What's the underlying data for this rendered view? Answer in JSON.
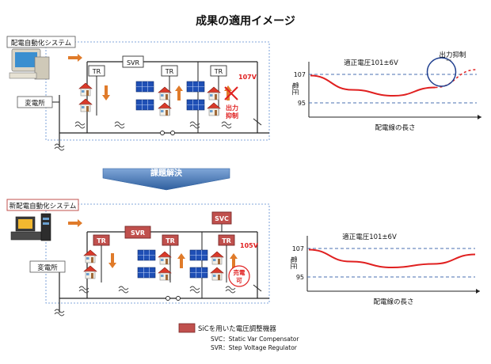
{
  "title": "成果の適用イメージ",
  "top": {
    "system_label": "配電自動化システム",
    "substation_label": "変電所",
    "svr_label": "SVR",
    "tr_label": "TR",
    "voltage_note": "107V",
    "suppress_label_1": "出力",
    "suppress_label_2": "抑制"
  },
  "arrow_label": "課題解決",
  "bottom": {
    "system_label": "新配電自動化システム",
    "substation_label": "変電所",
    "svr_label": "SVR",
    "svc_label": "SVC",
    "tr_label": "TR",
    "voltage_note": "105V",
    "sell_label_1": "売電",
    "sell_label_2": "可"
  },
  "chart_data": [
    {
      "type": "line",
      "title": "適正電圧101±6V",
      "xlabel": "配電線の長さ",
      "ylabel": "電圧",
      "y_ticks": [
        "107",
        "95"
      ],
      "ylim": [
        95,
        107
      ],
      "annotation": "出力抑制",
      "series": [
        {
          "x": [
            0,
            0.25,
            0.5,
            0.75,
            1.0
          ],
          "values": [
            106.5,
            100.5,
            98.0,
            101.5,
            109.0
          ]
        }
      ]
    },
    {
      "type": "line",
      "title": "適正電圧101±6V",
      "xlabel": "配電線の長さ",
      "ylabel": "電圧",
      "y_ticks": [
        "107",
        "95"
      ],
      "ylim": [
        95,
        107
      ],
      "series": [
        {
          "x": [
            0,
            0.25,
            0.5,
            0.75,
            1.0
          ],
          "values": [
            106.5,
            101.5,
            99.0,
            100.5,
            104.5
          ]
        }
      ]
    }
  ],
  "legend": {
    "sic_label": "SiCを用いた電圧調整機器",
    "svc_def": "SVC：Static Var Compensator",
    "svr_def": "SVR：Step Voltage Regulator"
  },
  "colors": {
    "red": "#e02020",
    "device_red": "#c0504d",
    "arrow_blue": "#4f81bd",
    "orange": "#e07b2a",
    "dash_blue": "#4a6fb0"
  }
}
